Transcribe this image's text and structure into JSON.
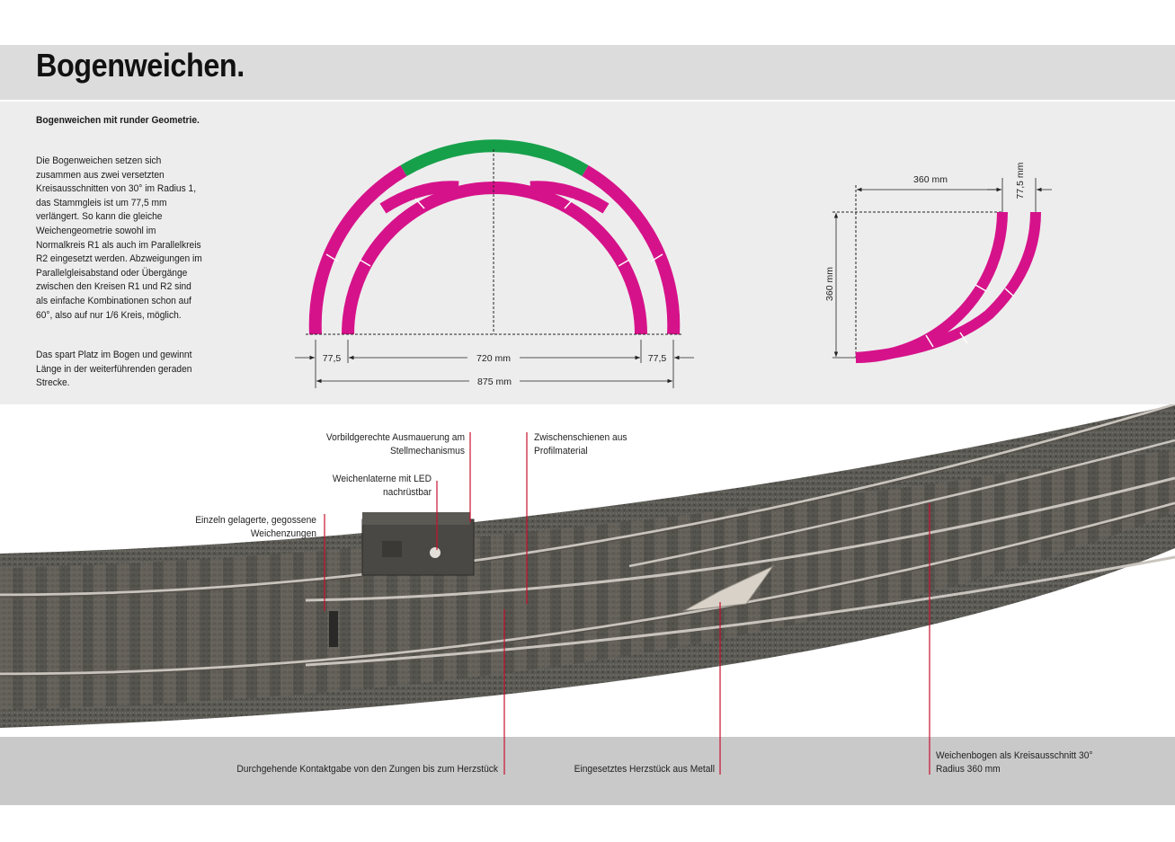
{
  "page": {
    "title": "Bogenweichen."
  },
  "intro": {
    "heading": "Bogenweichen mit runder Geometrie.",
    "paragraph1": "Die Bogenweichen setzen sich zusammen aus zwei versetzten Kreisausschnitten von 30° im Radius 1, das Stammgleis ist um 77,5 mm verlängert. So kann die gleiche Weichengeometrie sowohl im Normalkreis R1 als auch im Parallelkreis R2 eingesetzt werden. Abzweigungen im Parallelgleisabstand oder Übergänge zwischen den Kreisen R1 und R2 sind als einfache Kombinationen schon auf 60°, also auf nur 1/6 Kreis, möglich.",
    "paragraph2": "Das spart Platz im Bogen und gewinnt Länge in der weiterführenden geraden Strecke."
  },
  "diagram_arch": {
    "dim_left": "77,5",
    "dim_center": "720 mm",
    "dim_right": "77,5",
    "dim_total": "875 mm"
  },
  "diagram_quarter": {
    "dim_width": "360 mm",
    "dim_offset": "77,5 mm",
    "dim_height": "360 mm"
  },
  "callouts": {
    "masonry": "Vorbildgerechte Ausmauerung am Stellmechanismus",
    "rails": "Zwischenschienen aus Profilmaterial",
    "lantern": "Weichenlaterne mit LED nachrüstbar",
    "tongues": "Einzeln gelagerte, gegossene Weichenzungen",
    "contact": "Durchgehende Kontaktgabe von den Zungen bis zum Herzstück",
    "frog": "Eingesetztes Herzstück aus Metall",
    "curve": "Weichenbogen als Kreisausschnitt 30° Radius 360 mm"
  },
  "colors": {
    "track_magenta": "#d6128a",
    "track_green": "#16a04a",
    "callout_red": "#c8102e",
    "band_gray": "#dcdcdc",
    "panel_gray": "#ededed",
    "bottom_gray": "#c9c9c9"
  }
}
